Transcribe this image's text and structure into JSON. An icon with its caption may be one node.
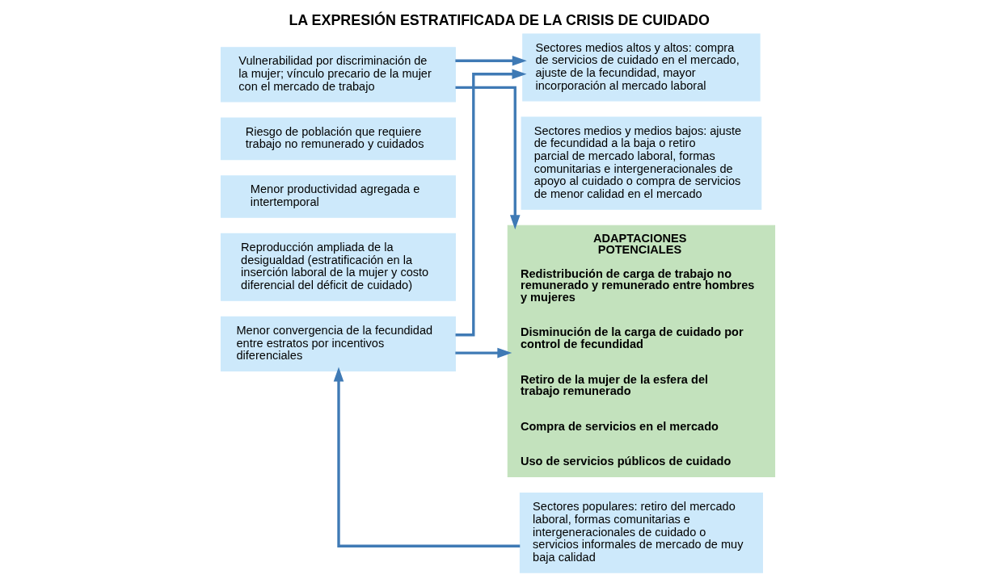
{
  "diagram": {
    "title": "LA EXPRESIÓN ESTRATIFICADA DE LA CRISIS DE CUIDADO",
    "nodes": [
      {
        "text": [
          "Vulnerabilidad por discriminación de la mujer; vínculo precario de la mujer con el mercado de trabajo"
        ]
      },
      {
        "text": [
          "Riesgo de población que requiere trabajo no remunerado y cuidados"
        ]
      },
      {
        "text": [
          "Menor productividad agregada e intertemporal"
        ]
      },
      {
        "text": [
          "Reproducción ampliada de la desigualdad (estratificación en la inserción laboral de la mujer y costo diferencial del déficit de cuidado)"
        ]
      },
      {
        "text": [
          "Menor convergencia de la fecundidad entre estratos por incentivos diferenciales"
        ]
      },
      {
        "text": [
          "ADAPTACIONES POTENCIALES",
          "Redistribución de carga de trabajo no remunerado y remunerado entre hombres y mujeres",
          "Disminución de la carga de cuidado por control de fecundidad",
          "Retiro de la mujer de la esfera del trabajo remunerado",
          "Compra de servicios en el mercado",
          "Uso de servicios públicos de cuidado"
        ]
      },
      {
        "text": [
          "Sectores medios altos y altos: compra de servicios de cuidado en el mercado, ajuste de la fecundidad, mayor incorporación al mercado laboral"
        ]
      },
      {
        "text": [
          "Sectores medios y medios bajos: ajuste de fecundidad a la baja o retiro parcial de mercado laboral, formas comunitarias e intergeneracionales de apoyo al cuidado o compra de servicios de menor calidad en el mercado"
        ]
      },
      {
        "text": [
          "Sectores populares: retiro del mercado laboral, formas comunitarias e intergeneracionales de cuidado o servicios informales de mercado de muy baja calidad"
        ]
      }
    ],
    "edges": [
      {
        "from": 0,
        "to": 5,
        "arrow": "to"
      },
      {
        "from": 4,
        "to": 5,
        "arrow": "to"
      },
      {
        "from": 0,
        "to": 6,
        "arrow": "to"
      },
      {
        "from": 4,
        "to": 6,
        "arrow": "to"
      },
      {
        "from": 8,
        "to": 4,
        "arrow": "to"
      }
    ]
  }
}
